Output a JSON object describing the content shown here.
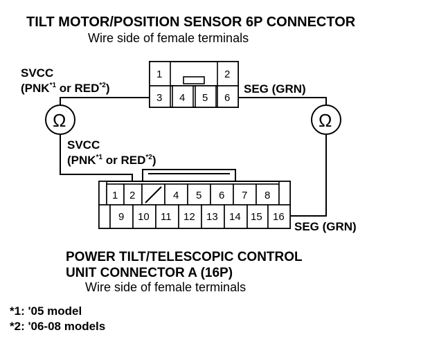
{
  "top_connector": {
    "title": "TILT MOTOR/POSITION SENSOR 6P CONNECTOR",
    "subtitle": "Wire side of female terminals",
    "pins_top": [
      "1",
      "2"
    ],
    "pins_bottom": [
      "3",
      "4",
      "5",
      "6"
    ]
  },
  "left_label": {
    "line1": "SVCC",
    "line2_prefix": "(PNK",
    "sup1": "*1",
    "line2_mid": " or RED",
    "sup2": "*2",
    "line2_suffix": ")"
  },
  "mid_label": {
    "line1": "SVCC",
    "line2_prefix": "(PNK",
    "sup1": "*1",
    "line2_mid": " or RED",
    "sup2": "*2",
    "line2_suffix": ")"
  },
  "right_label_top": "SEG (GRN)",
  "right_label_bottom": "SEG (GRN)",
  "meter_symbol": "Ω",
  "bottom_connector": {
    "pins_top": [
      "1",
      "2",
      "",
      "4",
      "5",
      "6",
      "7",
      "8"
    ],
    "pins_bottom": [
      "",
      "9",
      "10",
      "11",
      "12",
      "13",
      "14",
      "15",
      "16"
    ]
  },
  "bottom_title": {
    "line1": "POWER TILT/TELESCOPIC CONTROL",
    "line2": "UNIT CONNECTOR A (16P)",
    "line3": "Wire side of female terminals"
  },
  "footnotes": [
    "*1: '05 model",
    "*2: '06-08 models"
  ]
}
